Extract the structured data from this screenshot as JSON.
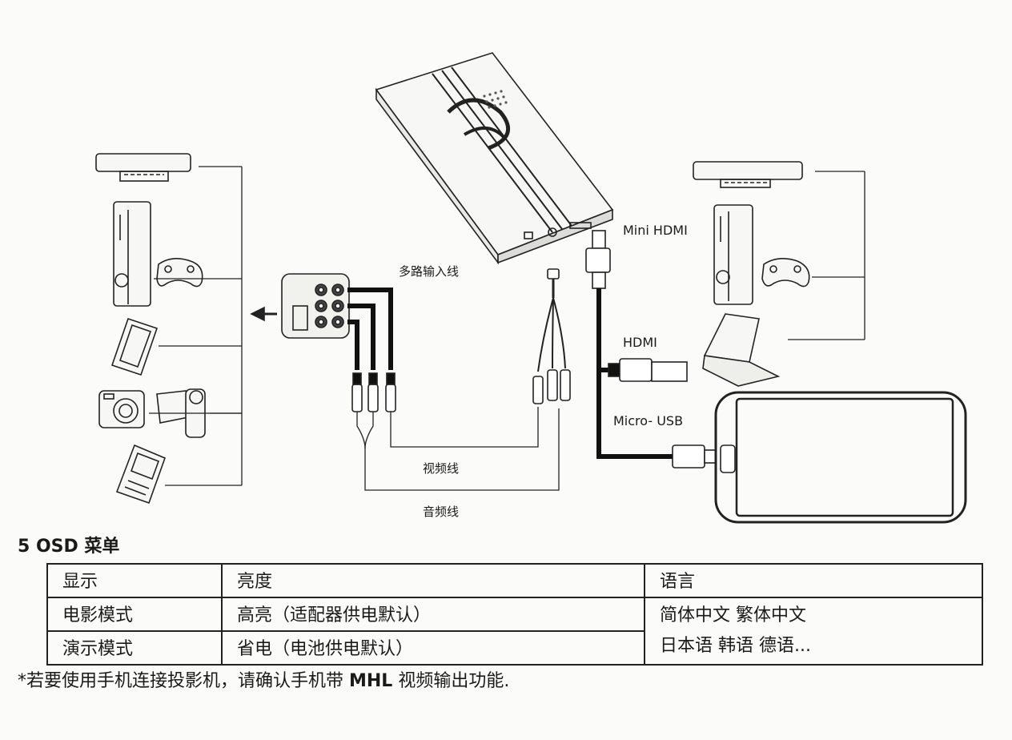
{
  "diagram": {
    "labels": {
      "mini_hdmi": "Mini HDMI",
      "hdmi": "HDMI",
      "micro_usb": "Micro- USB",
      "multi_input": "多路输入线",
      "video_cable": "视频线",
      "audio_cable": "音频线"
    }
  },
  "osd": {
    "title": "5 OSD 菜单",
    "table": {
      "header": [
        "显示",
        "亮度",
        "语言"
      ],
      "row1": [
        "电影模式",
        "高亮（适配器供电默认）"
      ],
      "row2": [
        "演示模式",
        "省电（电池供电默认）"
      ],
      "languages_line1": "简体中文  繁体中文",
      "languages_line2": "日本语  韩语  德语..."
    }
  },
  "footnote": {
    "prefix": "*若要使用手机连接投影机，请确认手机带 ",
    "bold": "MHL",
    "suffix": " 视频输出功能."
  }
}
